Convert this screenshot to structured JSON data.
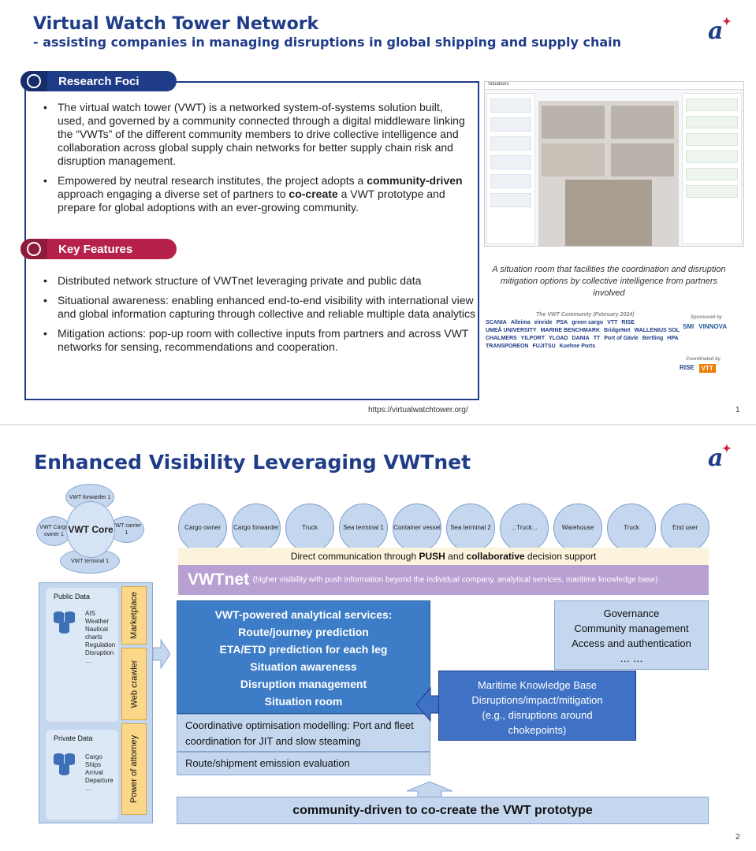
{
  "slide1": {
    "title": "Virtual Watch Tower Network",
    "subtitle": "- assisting companies in managing disruptions in global shipping and supply chain",
    "logo": "a",
    "research": {
      "label": "Research Foci",
      "items": [
        "The virtual watch tower (VWT) is a networked system-of-systems solution built, used, and governed by a community connected through a digital middleware linking the “VWTs” of the different community members to drive collective intelligence and collaboration across global supply chain networks for better supply chain risk and disruption management.",
        "Empowered by neutral research institutes, the project adopts a community-driven approach engaging a diverse set of partners to co-create a VWT prototype and prepare for global adoptions with an ever-growing community."
      ]
    },
    "features": {
      "label": "Key Features",
      "items": [
        "Distributed network structure of VWTnet leveraging private and public data",
        "Situational awareness: enabling enhanced end-to-end visibility with international view and global information capturing through collective and reliable multiple data analytics",
        "Mitigation actions: pop-up room with collective inputs from partners and across VWT networks for sensing, recommendations and cooperation."
      ]
    },
    "photo_topbar": "Situations",
    "caption": "A situation room that facilities the coordination and disruption mitigation options by collective intelligence from partners involved",
    "community_title": "The VWT Community (February 2024)",
    "sponsored_label": "Sponsored by",
    "coordinated_label": "Coordinated by",
    "community_logos": [
      "SCANIA",
      "Alleima",
      "einride",
      "PSA",
      "green cargo",
      "VTT",
      "RISE",
      "UMEÅ UNIVERSITY",
      "MARINE BENCHMARK",
      "BridgeNet",
      "WALLENIUS SOL",
      "CHALMERS",
      "YILPORT",
      "YLOAD",
      "DANIA",
      "TT",
      "Port of Gävle",
      "Bertling",
      "HPA",
      "TRANSPOREON",
      "FUJITSU",
      "Kuehne Ports"
    ],
    "sponsor_logos": [
      "SMI",
      "VINNOVA"
    ],
    "coord_logos": [
      "RISE",
      "VTT"
    ],
    "url": "https://virtualwatchtower.org/",
    "page": "1"
  },
  "slide2": {
    "title": "Enhanced Visibility Leveraging VWTnet",
    "logo": "a",
    "core": {
      "center": "VWT Core",
      "forwarder": "VWT forwarder 1",
      "owner": "VWT Cargo owner 1",
      "carrier": "VWT carrier 1",
      "terminal": "VWT terminal 1"
    },
    "chain": [
      "Cargo owner",
      "Cargo forwarder",
      "Truck",
      "Sea terminal 1",
      "Container vessel",
      "Sea terminal 2",
      "...Truck...",
      "Warehouse",
      "Truck",
      "End user"
    ],
    "direct": {
      "pre": "Direct communication through ",
      "push": "PUSH",
      "mid": " and ",
      "collab": "collaborative",
      "post": " decision support"
    },
    "vwtnet": {
      "big": "VWTnet",
      "small": "(higher visibility with push information beyond the individual company, analytical services, maritime knowledge base)"
    },
    "public_data": {
      "label": "Public Data",
      "items": [
        "AIS",
        "Weather",
        "Nautical",
        "charts",
        "Regulation",
        "Disruption",
        "…"
      ]
    },
    "private_data": {
      "label": "Private Data",
      "items": [
        "Cargo",
        "Ships",
        "Arrival",
        "Departure",
        "…"
      ]
    },
    "tabs": [
      "Marketplace",
      "Web crawler",
      "Power of attorney"
    ],
    "analytics": [
      "VWT-powered analytical services:",
      "Route/journey prediction",
      "ETA/ETD prediction for each leg",
      "Situation awareness",
      "Disruption management",
      "Situation room"
    ],
    "coordination": "Coordinative optimisation modelling: Port and fleet coordination for JIT and slow steaming",
    "emission": "Route/shipment emission evaluation",
    "governance": [
      "Governance",
      "Community management",
      "Access and authentication",
      "… …"
    ],
    "mkb": [
      "Maritime Knowledge Base",
      "Disruptions/impact/mitigation",
      "(e.g., disruptions around",
      "chokepoints)"
    ],
    "community": "community-driven to co-create the VWT prototype",
    "page": "2"
  },
  "colors": {
    "navy": "#1f3c88",
    "crimson": "#b5214b",
    "light_blue": "#c5d7ef",
    "mid_blue": "#3d7cc6",
    "purple": "#b9a0d3",
    "cream": "#fbf3dc",
    "yellow": "#fbd889"
  }
}
